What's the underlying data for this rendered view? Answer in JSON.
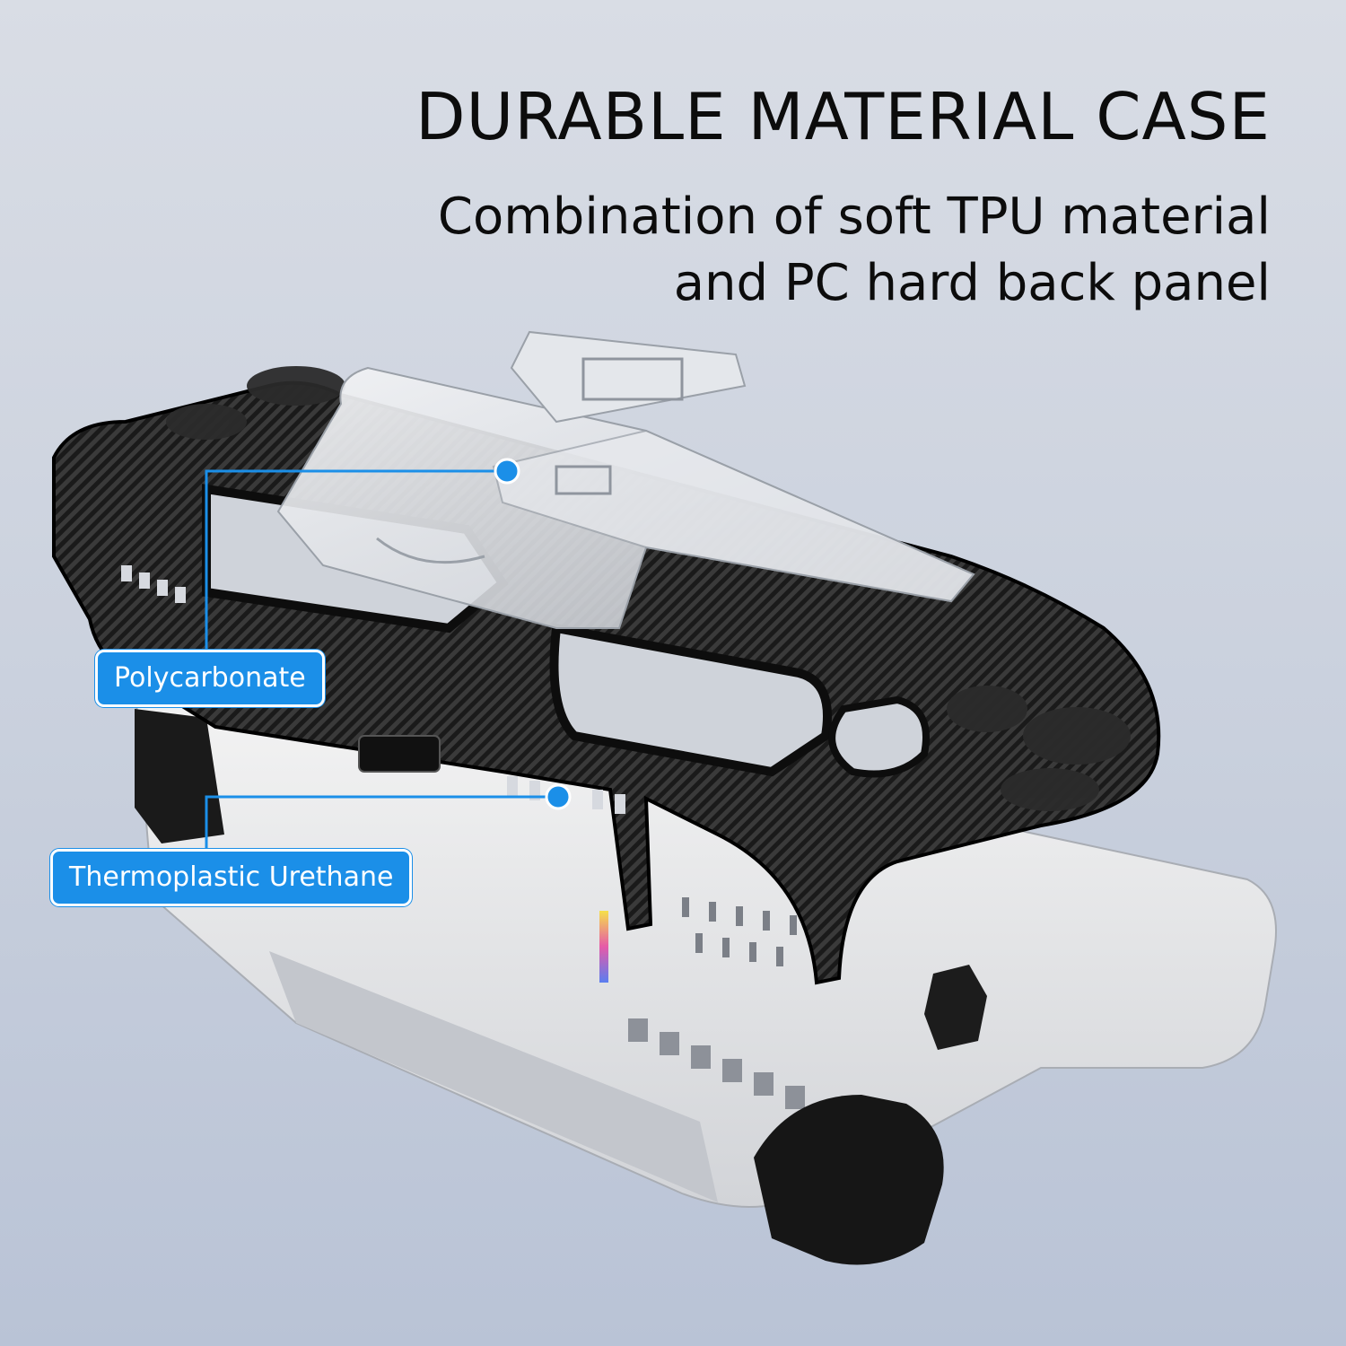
{
  "headline": "DURABLE MATERIAL CASE",
  "subline": {
    "line1": "Combination of soft TPU material",
    "line2": "and PC hard back panel"
  },
  "callouts": {
    "polycarbonate": "Polycarbonate",
    "tpu": "Thermoplastic Urethane"
  },
  "colors": {
    "accent": "#1b8fe8",
    "text": "#0c0c0c"
  }
}
